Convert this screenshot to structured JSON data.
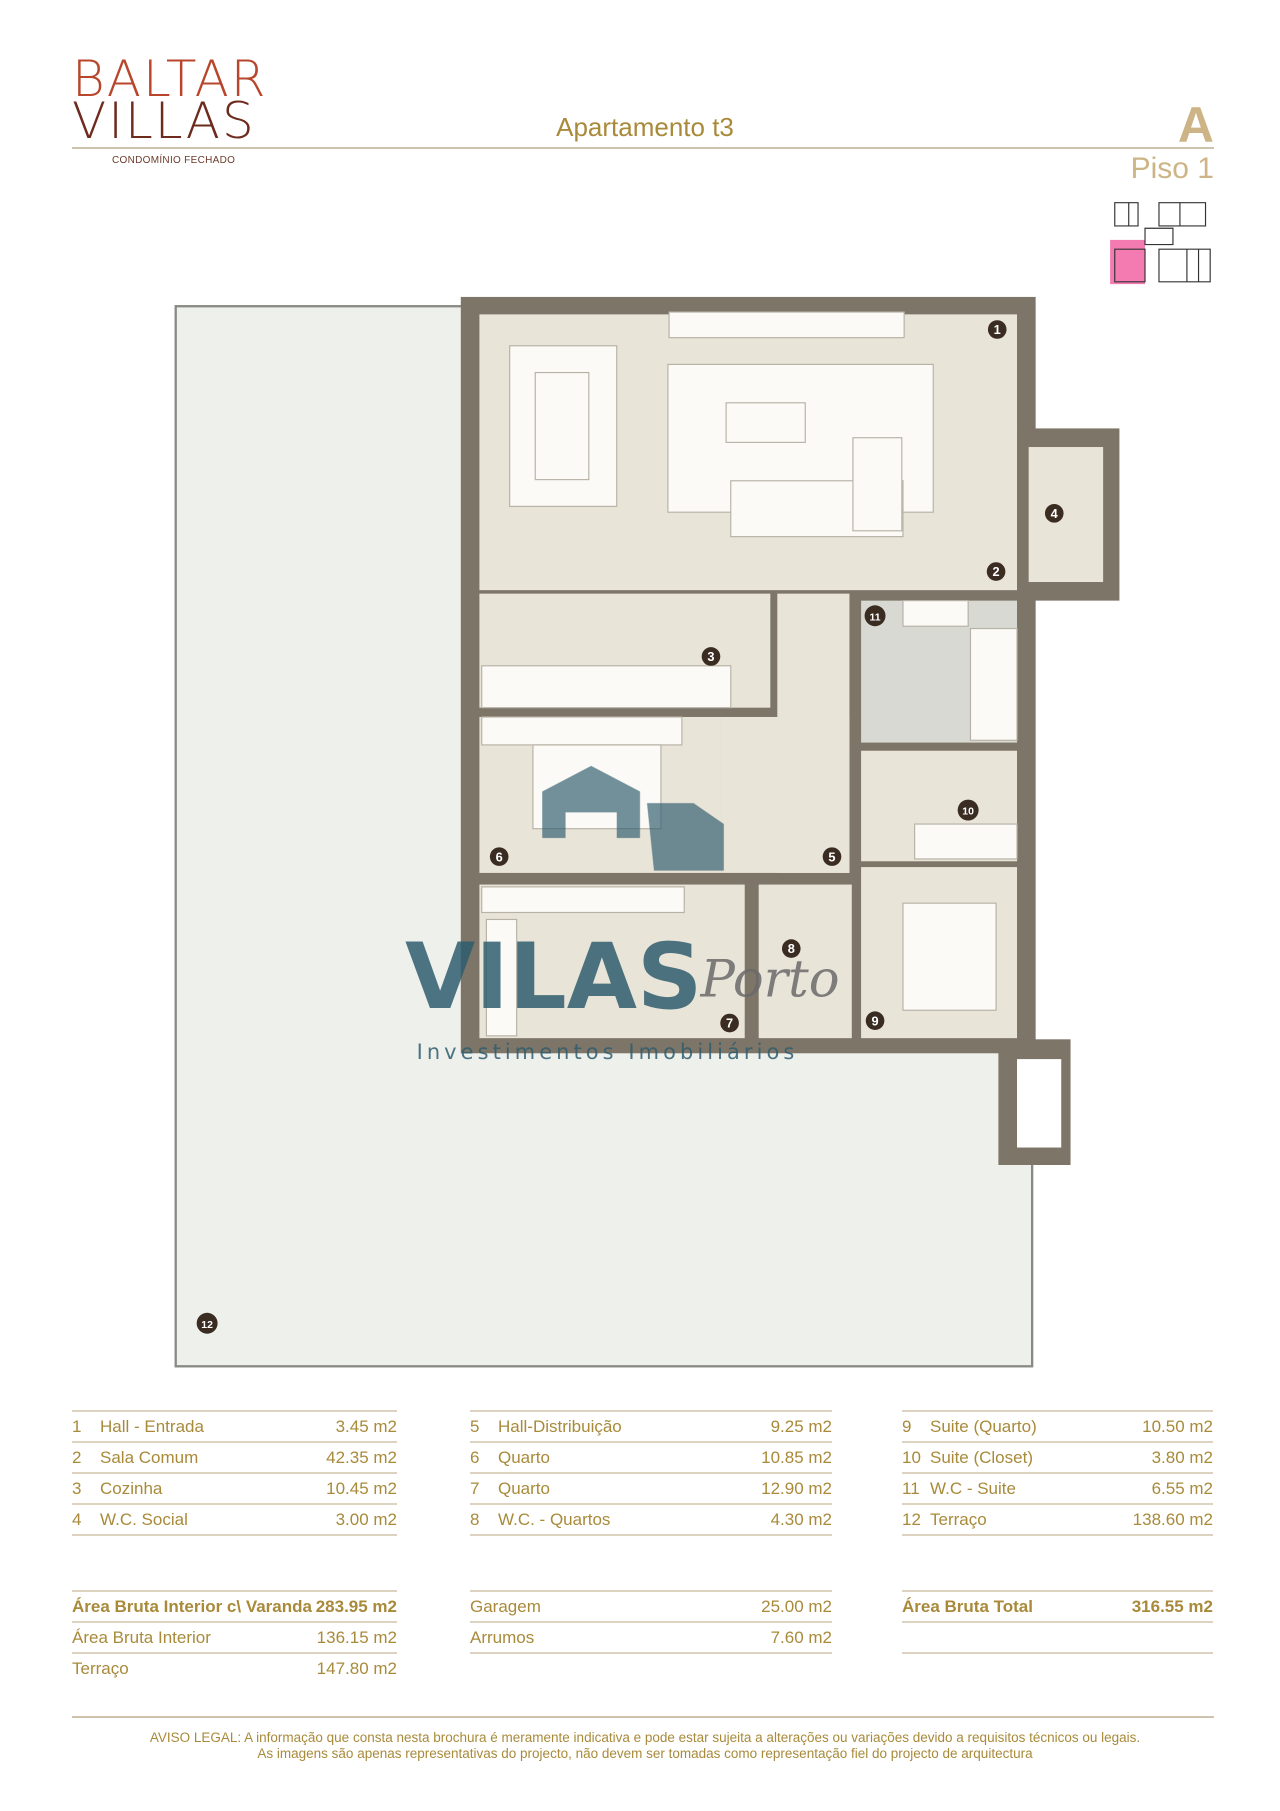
{
  "logo": {
    "line1": "BALTAR",
    "line2": "VILLAS",
    "subtitle": "CONDOMÍNIO FECHADO"
  },
  "header": {
    "title": "Apartamento t3",
    "block": "A",
    "floor": "Piso 1"
  },
  "colors": {
    "gold": "#a88a3a",
    "wall": "#7d7567",
    "floor": "#e9e4d8",
    "terrace": "#eef0ec",
    "marker": "#3b2c22",
    "highlight": "#f47bb2",
    "watermark": "#2f5d6e"
  },
  "watermark": {
    "brand": "VILAS",
    "script": "Porto",
    "tagline": "Investimentos Imobiliários"
  },
  "plan_markers": [
    "1",
    "2",
    "3",
    "4",
    "5",
    "6",
    "7",
    "8",
    "9",
    "10",
    "11",
    "12"
  ],
  "rooms": [
    [
      {
        "num": "1",
        "name": "Hall - Entrada",
        "area": "3.45 m2"
      },
      {
        "num": "2",
        "name": "Sala Comum",
        "area": "42.35 m2"
      },
      {
        "num": "3",
        "name": "Cozinha",
        "area": "10.45 m2"
      },
      {
        "num": "4",
        "name": "W.C. Social",
        "area": "3.00 m2"
      }
    ],
    [
      {
        "num": "5",
        "name": "Hall-Distribuição",
        "area": "9.25 m2"
      },
      {
        "num": "6",
        "name": "Quarto",
        "area": "10.85 m2"
      },
      {
        "num": "7",
        "name": "Quarto",
        "area": "12.90 m2"
      },
      {
        "num": "8",
        "name": "W.C. - Quartos",
        "area": "4.30 m2"
      }
    ],
    [
      {
        "num": "9",
        "name": "Suite (Quarto)",
        "area": "10.50 m2"
      },
      {
        "num": "10",
        "name": "Suite (Closet)",
        "area": "3.80 m2"
      },
      {
        "num": "11",
        "name": "W.C - Suite",
        "area": "6.55 m2"
      },
      {
        "num": "12",
        "name": "Terraço",
        "area": "138.60 m2"
      }
    ]
  ],
  "totals": {
    "col1": [
      {
        "name": "Área Bruta Interior c\\ Varanda",
        "area": "283.95 m2"
      },
      {
        "name": "Área Bruta Interior",
        "area": "136.15 m2"
      },
      {
        "name": "Terraço",
        "area": "147.80 m2"
      }
    ],
    "col2": [
      {
        "name": "Garagem",
        "area": "25.00 m2"
      },
      {
        "name": "Arrumos",
        "area": "7.60 m2"
      }
    ],
    "col3": [
      {
        "name": "Área Bruta Total",
        "area": "316.55 m2"
      }
    ]
  },
  "disclaimer": {
    "line1": "AVISO LEGAL: A informação que consta nesta brochura é meramente indicativa e pode estar sujeita a alterações ou variações devido a requisitos técnicos ou legais.",
    "line2": "As imagens são apenas representativas do projecto, não devem ser tomadas como representação fiel do projecto de arquitectura"
  }
}
